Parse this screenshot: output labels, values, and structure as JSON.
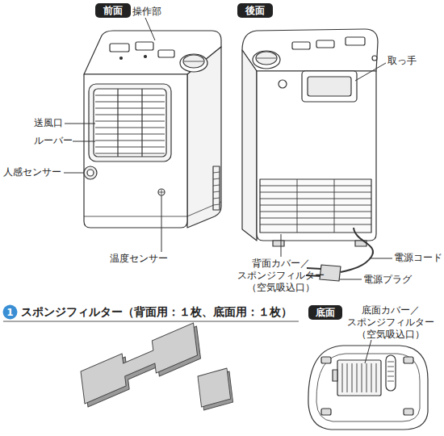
{
  "diagram": {
    "nodes": [
      {
        "text": [
          "前面"
        ]
      },
      {
        "text": [
          "後面"
        ]
      },
      {
        "text": [
          "1"
        ]
      },
      {
        "text": [
          "底面"
        ]
      }
    ],
    "labels": [
      "操作部",
      "送風口",
      "ルーバー",
      "人感センサー",
      "温度センサー",
      "取っ手",
      "背面カバー／ スポンジフィルター （空気吸込口）",
      "電源コード",
      "電源プラグ",
      "スポンジフィルター（背面用：１枚、底面用：１枚）",
      "底面カバー／ スポンジフィルター （空気吸込口）"
    ]
  }
}
